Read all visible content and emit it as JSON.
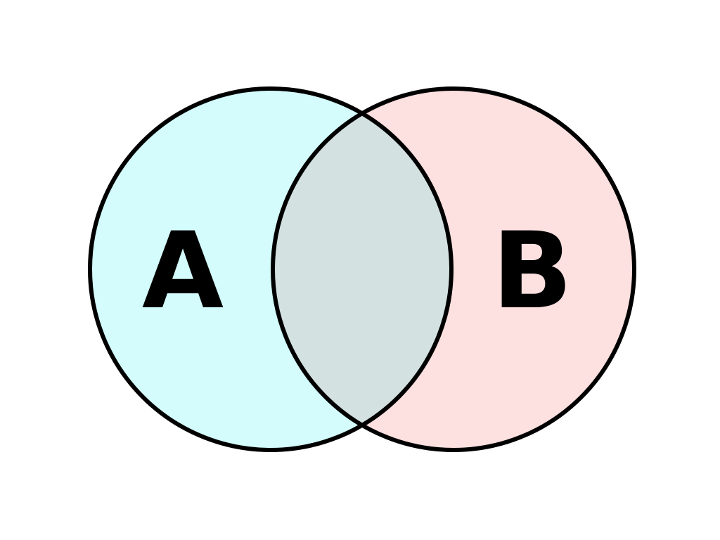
{
  "diagram": {
    "type": "venn",
    "sets": [
      {
        "label": "A",
        "fill": "#d4fcfc"
      },
      {
        "label": "B",
        "fill": "#fde0e0"
      }
    ],
    "intersection": {
      "fill": "#d3e1e1"
    },
    "outline_color": "#000000",
    "background": "#ffffff"
  }
}
